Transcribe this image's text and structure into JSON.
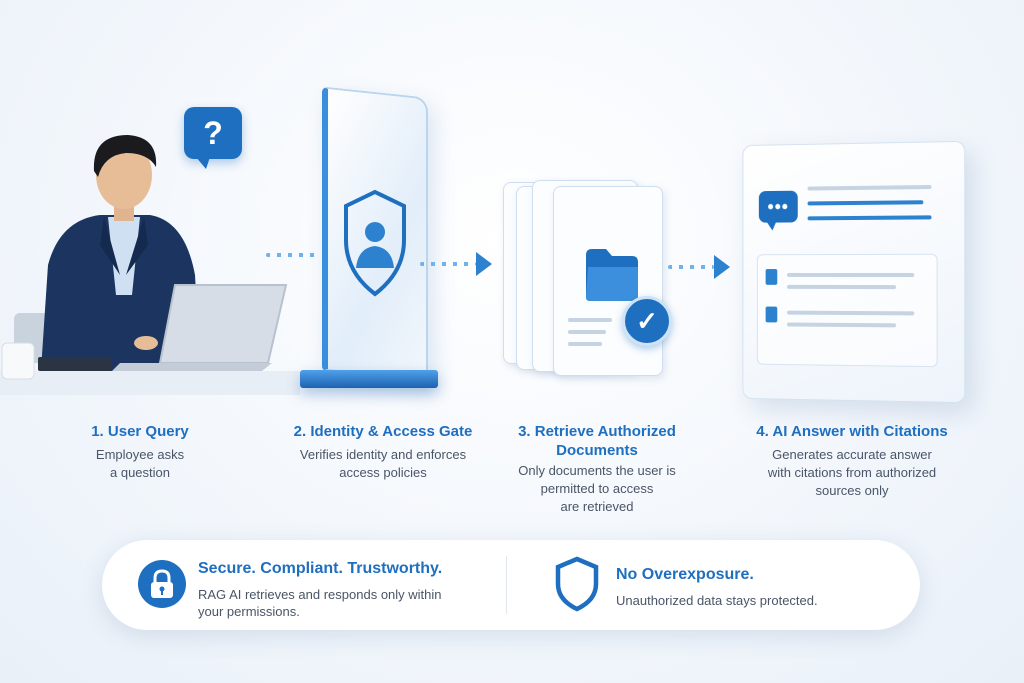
{
  "icons": {
    "speech": "question-bubble-icon",
    "gate_shield": "user-shield-icon",
    "folder": "folder-icon",
    "check": "check-circle-icon",
    "chat": "chat-bubble-icon",
    "doc": "document-icon",
    "lock": "lock-icon",
    "shield": "shield-icon"
  },
  "speech_bubble_text": "?",
  "steps": [
    {
      "title": "1. User Query",
      "description_lines": [
        "Employee asks",
        "a question"
      ]
    },
    {
      "title": "2. Identity & Access Gate",
      "description_lines": [
        "Verifies identity and enforces",
        "access policies"
      ]
    },
    {
      "title_lines": [
        "3. Retrieve Authorized",
        "Documents"
      ],
      "description_lines": [
        "Only documents the user is",
        "permitted to access",
        "are retrieved"
      ]
    },
    {
      "title": "4. AI Answer with Citations",
      "description_lines": [
        "Generates accurate answer",
        "with citations from authorized",
        "sources only"
      ]
    }
  ],
  "banner": {
    "left": {
      "title": "Secure. Compliant. Trustworthy.",
      "text_lines": [
        "RAG AI retrieves and responds only within",
        "your permissions."
      ]
    },
    "right": {
      "title": "No Overexposure.",
      "text": "Unauthorized data stays protected."
    }
  },
  "colors": {
    "accent": "#1f6fc0",
    "accent_light": "#4fa0ea",
    "text": "#4a5567",
    "background": "#f3f7fc"
  }
}
